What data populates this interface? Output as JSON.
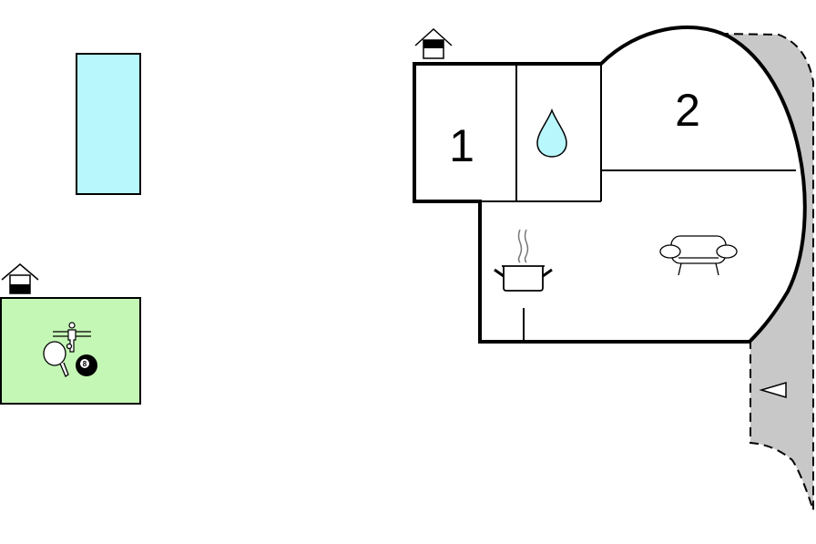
{
  "floor_plan": {
    "rooms": [
      {
        "id": "room-1",
        "label": "1"
      },
      {
        "id": "room-2",
        "label": "2"
      }
    ],
    "ball_number": "8",
    "symbols": [
      "house-icon",
      "house-icon",
      "water-drop-icon",
      "cooking-pot-icon",
      "sofa-icon",
      "foosball-icon",
      "table-tennis-icon",
      "billiard-ball-icon",
      "entrance-arrow-icon"
    ],
    "colors": {
      "pool": "#b8f7fc",
      "annex": "#c4f7b5",
      "terrace": "#c8c8c8",
      "water_drop": "#b8f7fc",
      "walls": "#000000"
    }
  }
}
